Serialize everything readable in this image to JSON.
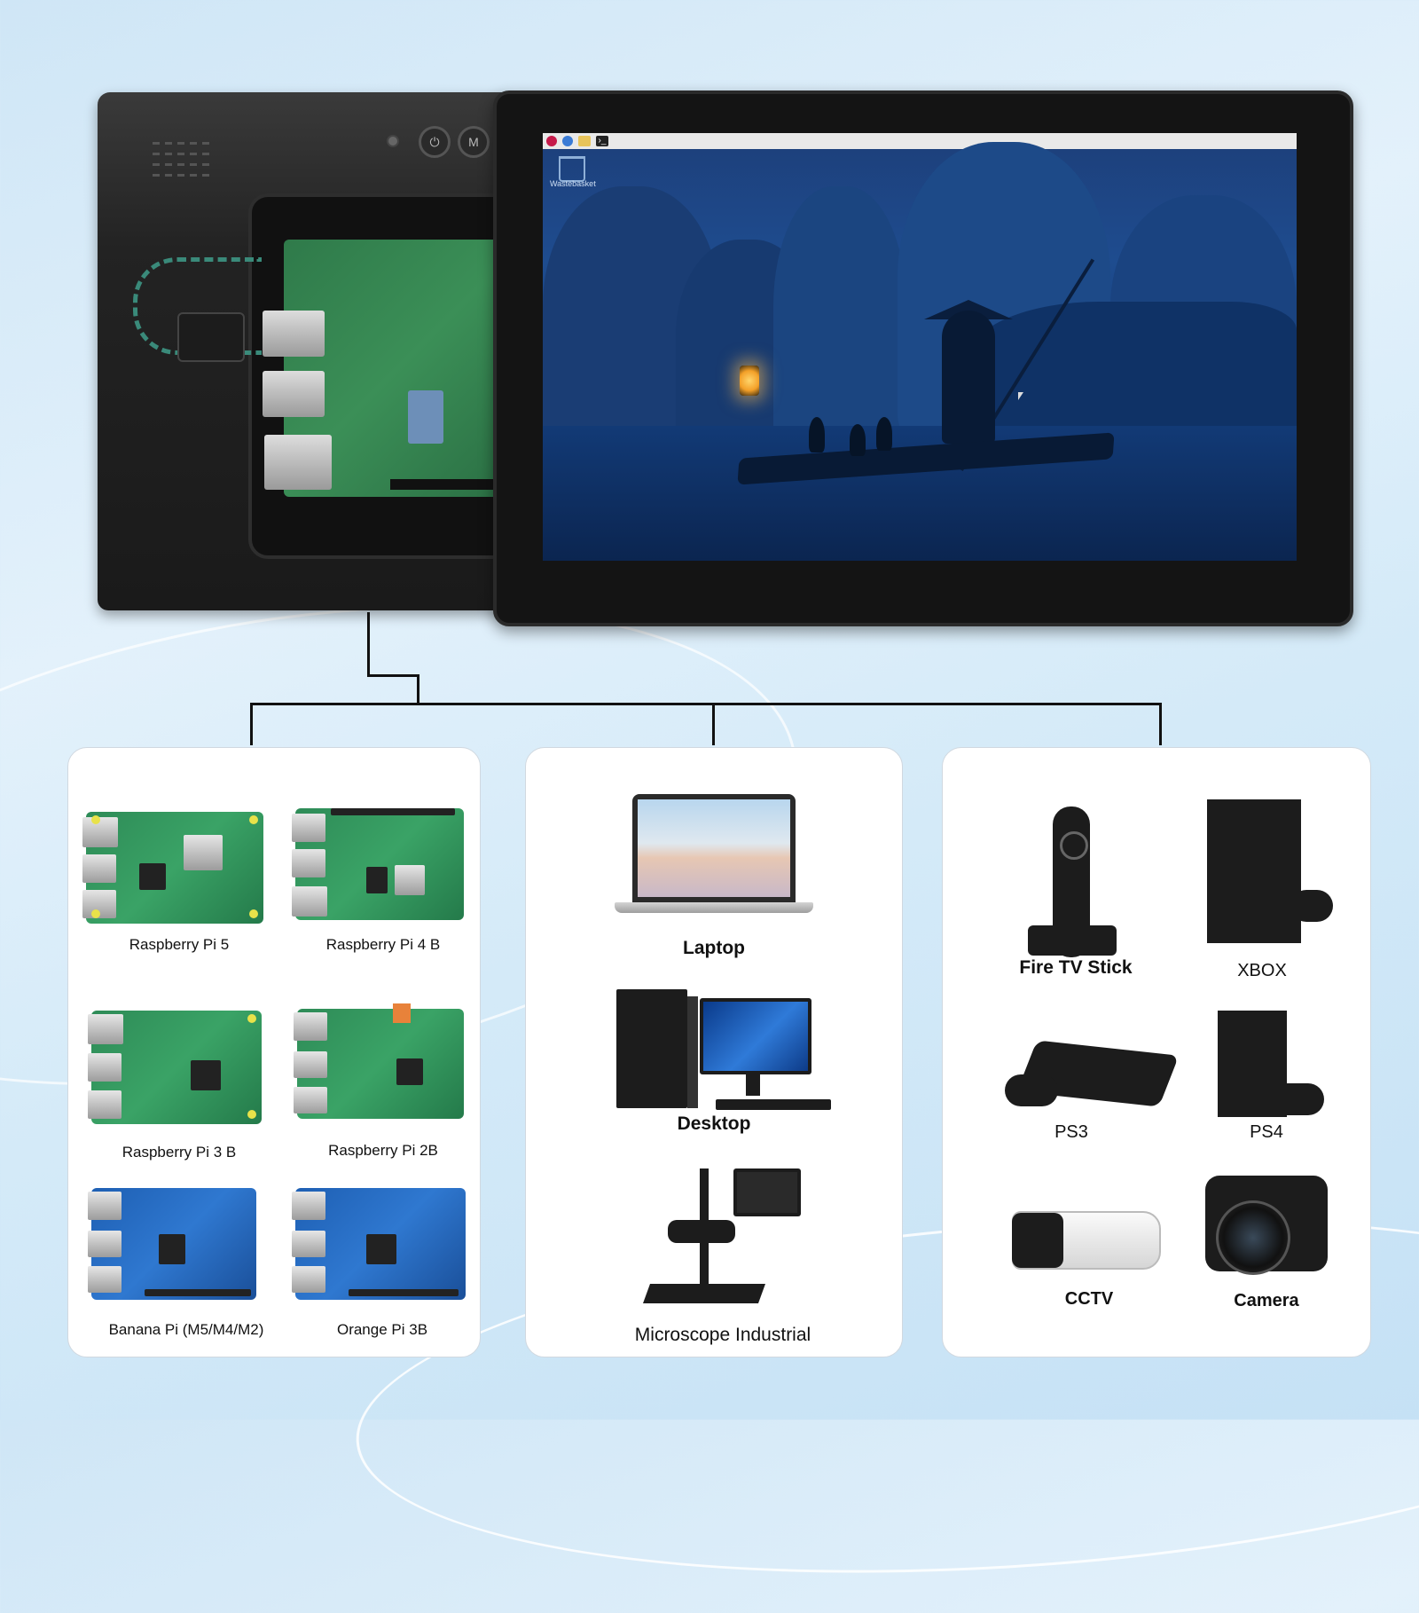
{
  "desktop": {
    "trash_label": "Wastebasket"
  },
  "boards": [
    {
      "label": "Raspberry Pi 5"
    },
    {
      "label": "Raspberry Pi 4 B"
    },
    {
      "label": "Raspberry Pi 3 B"
    },
    {
      "label": "Raspberry Pi 2B"
    },
    {
      "label": "Banana Pi (M5/M4/M2)"
    },
    {
      "label": "Orange Pi 3B"
    }
  ],
  "computers": [
    {
      "label": "Laptop"
    },
    {
      "label": "Desktop"
    },
    {
      "label": "Microscope Industrial"
    }
  ],
  "media": [
    {
      "label": "Fire TV Stick"
    },
    {
      "label": "XBOX"
    },
    {
      "label": "PS3"
    },
    {
      "label": "PS4"
    },
    {
      "label": "CCTV"
    },
    {
      "label": "Camera"
    }
  ],
  "colors": {
    "background": "#d4eaf8",
    "panel": "#ffffff",
    "line": "#111111",
    "pcb_green": "#2e8b57",
    "pcb_blue": "#1e5fb3"
  }
}
